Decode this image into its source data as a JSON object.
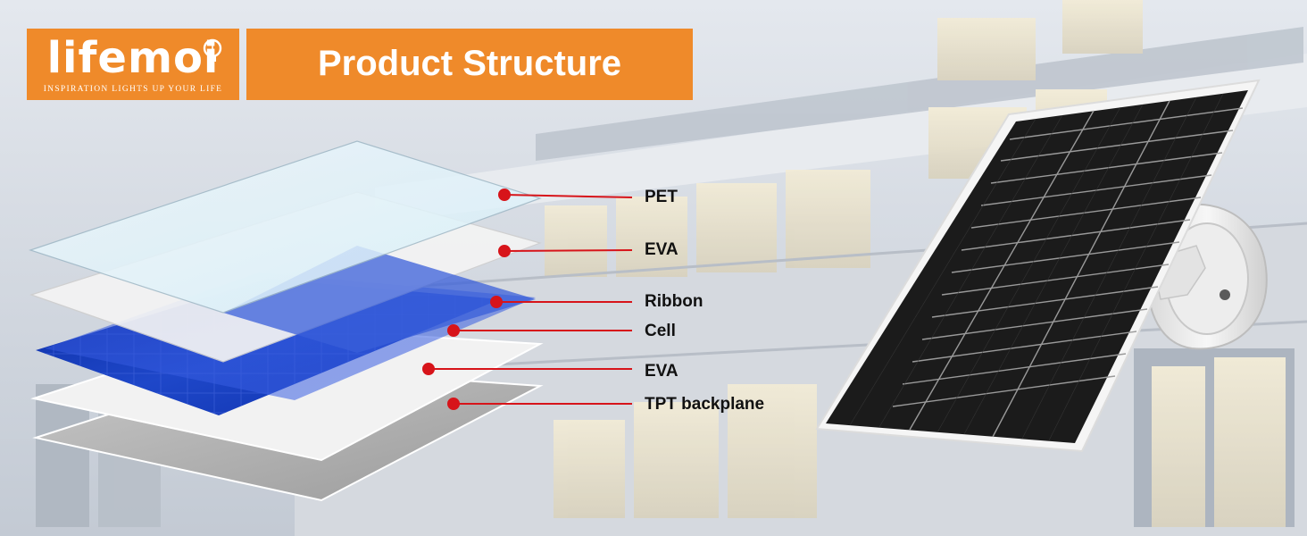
{
  "header": {
    "brand": "lifemoi",
    "brand_tagline": "INSPIRATION LIGHTS UP YOUR LIFE",
    "title": "Product Structure",
    "accent_color": "#ef8a2a"
  },
  "diagram": {
    "layers": [
      {
        "label": "PET"
      },
      {
        "label": "EVA"
      },
      {
        "label": "Ribbon"
      },
      {
        "label": "Cell"
      },
      {
        "label": "EVA"
      },
      {
        "label": "TPT backplane"
      }
    ],
    "callout_color": "#d7141a"
  }
}
